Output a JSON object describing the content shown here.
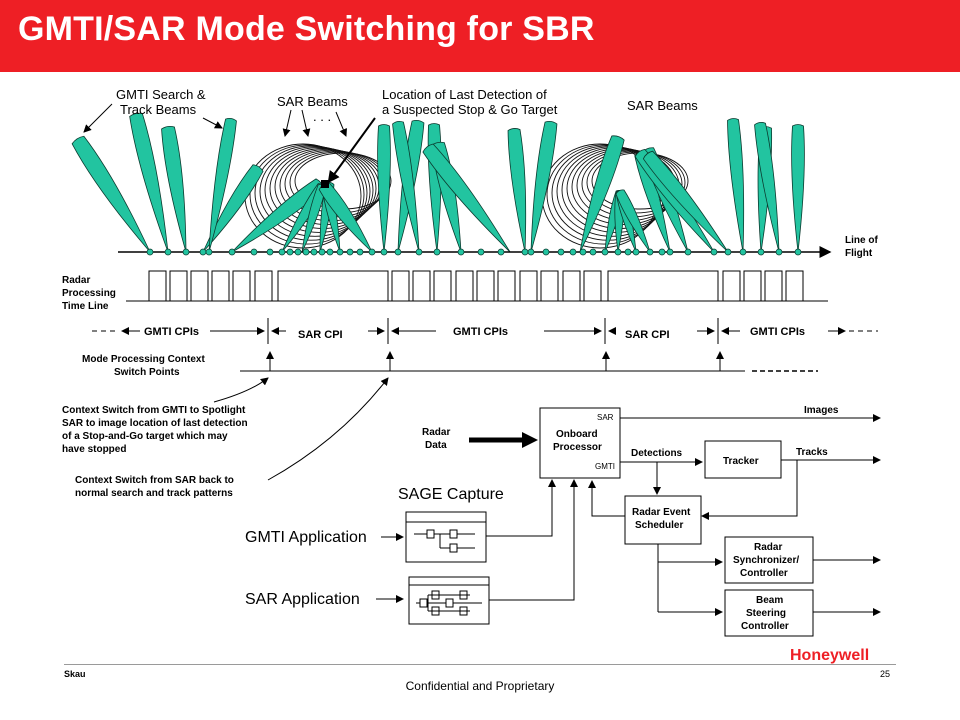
{
  "header": {
    "title": "GMTI/SAR Mode Switching for SBR"
  },
  "geometry_labels": {
    "gmti_beams": [
      "GMTI Search &",
      "Track Beams"
    ],
    "sar_beams_left": "SAR Beams",
    "dots": ". . .",
    "last_detection": [
      "Location of Last Detection of",
      "a Suspected Stop & Go Target"
    ],
    "sar_beams_right": "SAR Beams",
    "line_of_flight": [
      "Line of",
      "Flight"
    ]
  },
  "timeline": {
    "label": [
      "Radar",
      "Processing",
      "Time Line"
    ],
    "segments": [
      "GMTI CPIs",
      "SAR CPI",
      "GMTI CPIs",
      "SAR CPI",
      "GMTI CPIs"
    ],
    "switch_label": [
      "Mode Processing Context",
      "Switch Points"
    ]
  },
  "notes": {
    "gmti_to_sar": [
      "Context Switch from GMTI to Spotlight",
      "SAR to image location of last detection",
      "of a Stop-and-Go target which may",
      "have stopped"
    ],
    "sar_to_gmti": [
      "Context Switch from SAR back to",
      "normal search and track patterns"
    ]
  },
  "block_diagram": {
    "radar_data": [
      "Radar",
      "Data"
    ],
    "processor": [
      "Onboard",
      "Processor"
    ],
    "processor_tag_sar": "SAR",
    "processor_tag_gmti": "GMTI",
    "images": "Images",
    "detections": "Detections",
    "tracker": "Tracker",
    "tracks": "Tracks",
    "scheduler": [
      "Radar Event",
      "Scheduler"
    ],
    "synchronizer": [
      "Radar",
      "Synchronizer/",
      "Controller"
    ],
    "beam_steering": [
      "Beam",
      "Steering",
      "Controller"
    ],
    "sage_capture": "SAGE Capture",
    "gmti_application": "GMTI Application",
    "sar_application": "SAR Application"
  },
  "footer": {
    "author": "Skau",
    "confidential": "Confidential and Proprietary",
    "page": "25",
    "brand": "Honeywell"
  },
  "colors": {
    "accent": "#ee1f25",
    "beam": "#22c4a0"
  }
}
